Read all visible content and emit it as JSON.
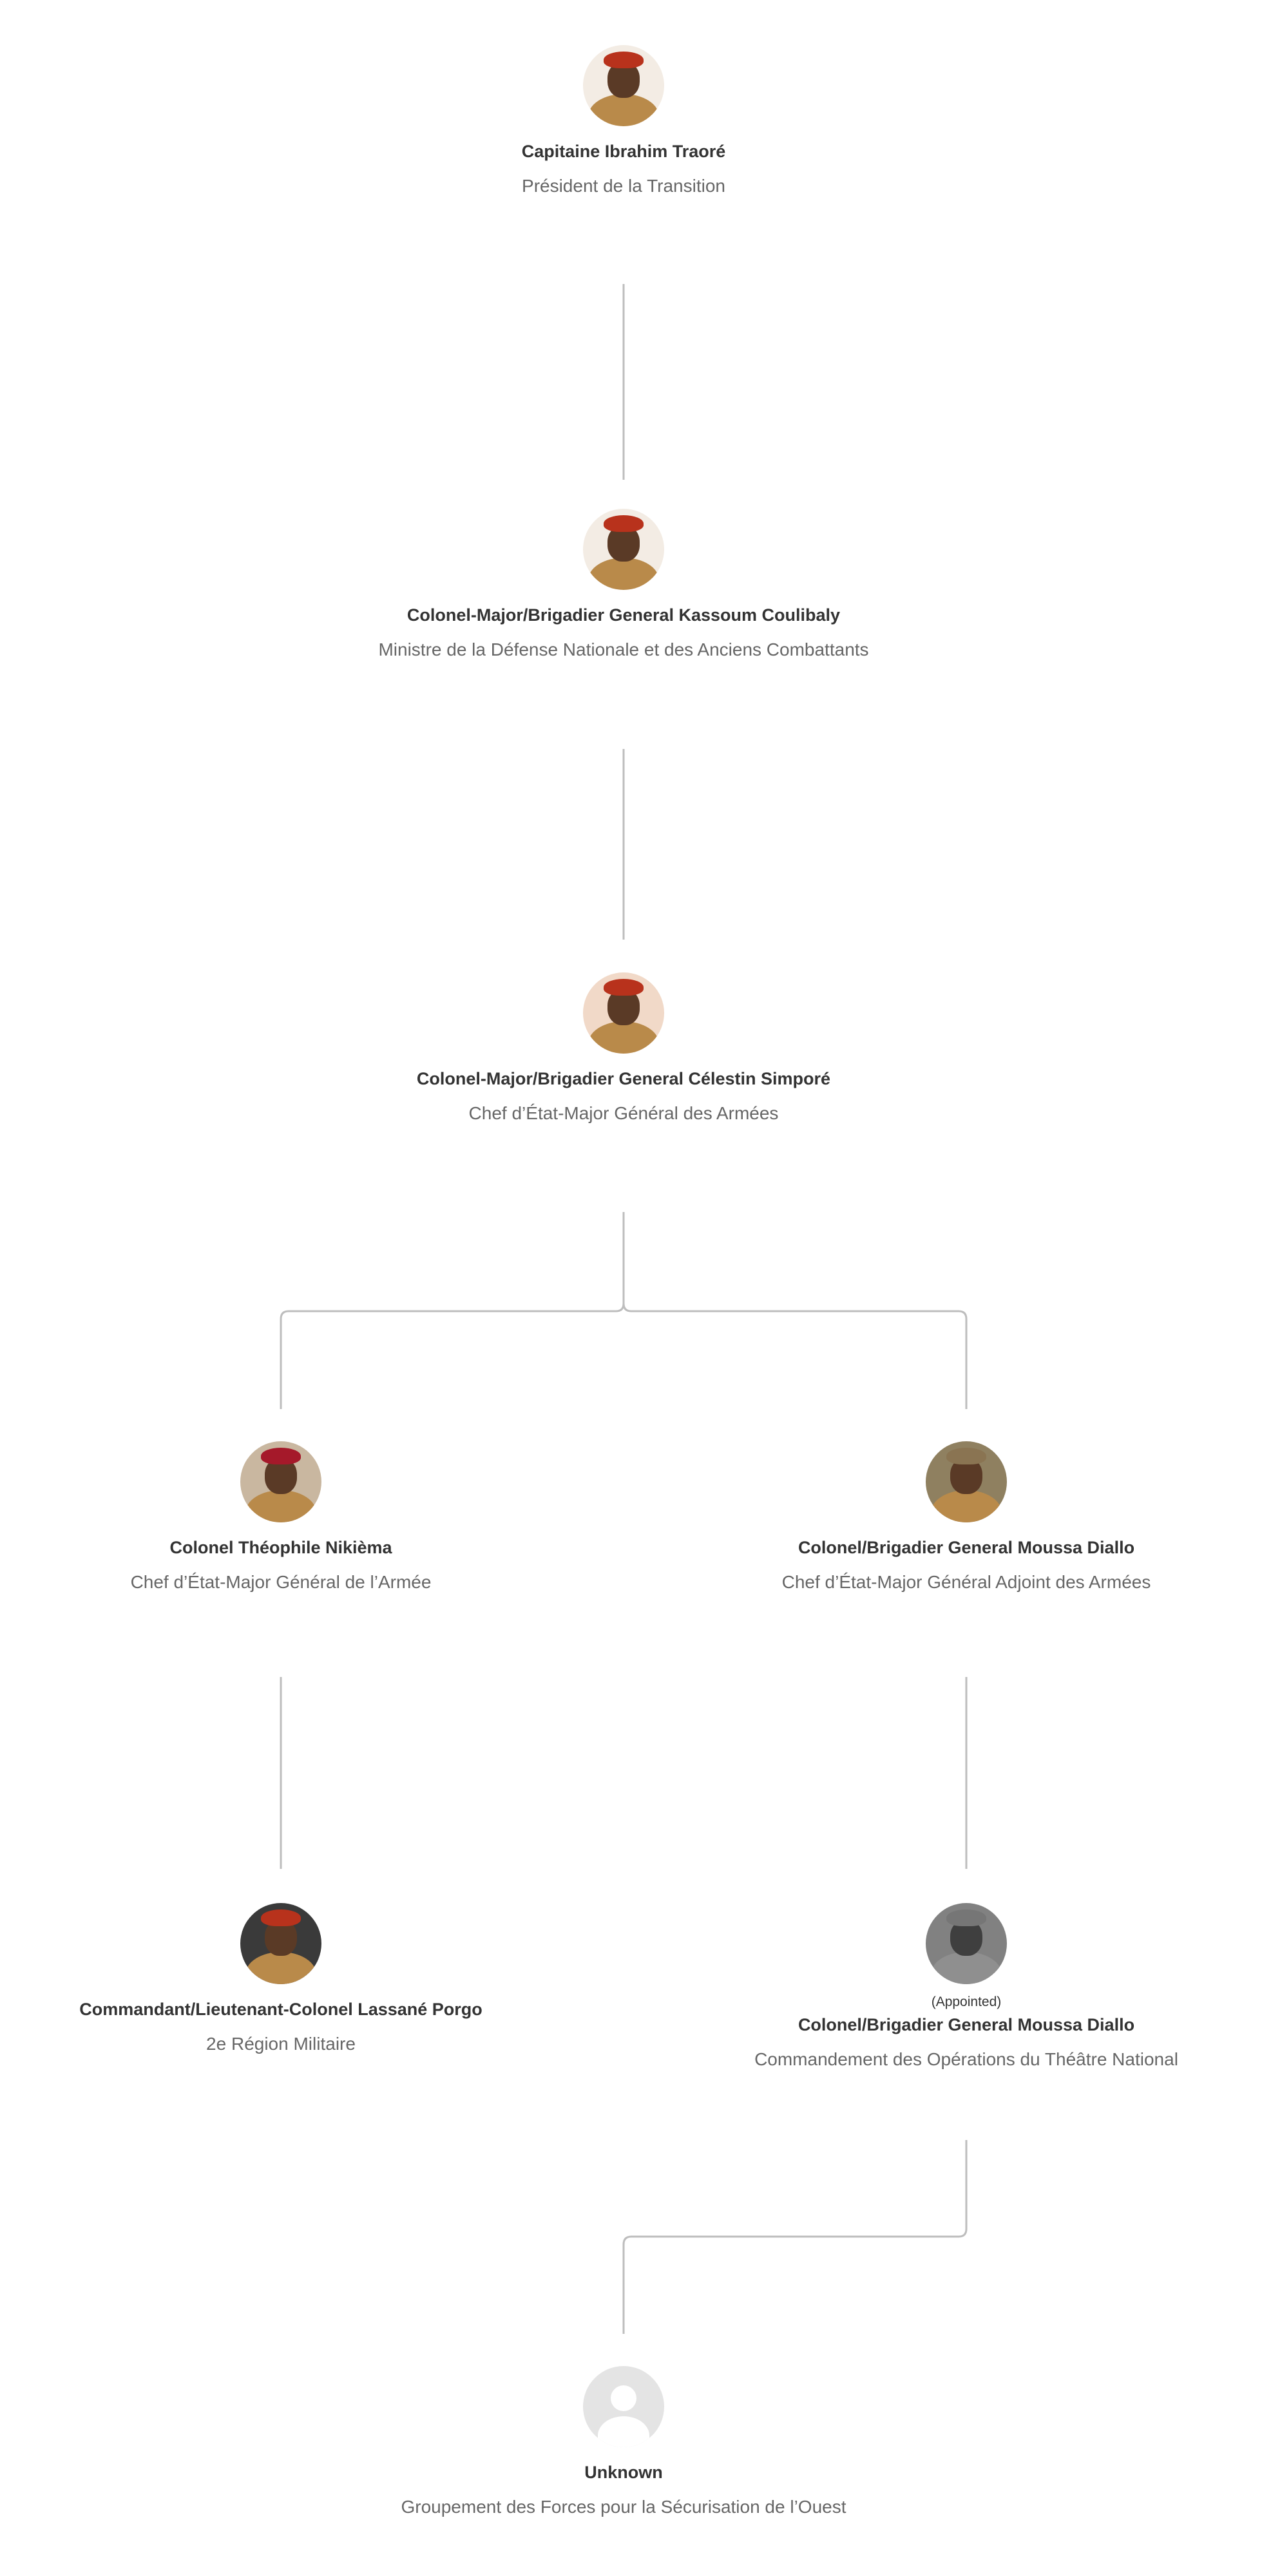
{
  "colors": {
    "connector": "#bdbdbd",
    "name_text": "#333333",
    "title_text": "#666666"
  },
  "nodes": [
    {
      "name": "Capitaine Ibrahim Traoré",
      "title": "Président de la Transition"
    },
    {
      "name": "Colonel-Major/Brigadier General Kassoum Coulibaly",
      "title": "Ministre de la Défense Nationale et des Anciens Combattants"
    },
    {
      "name": "Colonel-Major/Brigadier General Célestin Simporé",
      "title": "Chef d’État-Major Général des Armées"
    },
    {
      "name": "Colonel Théophile Nikièma",
      "title": "Chef d’État-Major Général de l’Armée"
    },
    {
      "name": "Colonel/Brigadier General Moussa Diallo",
      "title": "Chef d’État-Major Général Adjoint des Armées"
    },
    {
      "name": "Commandant/Lieutenant-Colonel Lassané Porgo",
      "title": "2e Région Militaire"
    },
    {
      "note": "(Appointed)",
      "name": "Colonel/Brigadier General Moussa Diallo",
      "title": "Commandement des Opérations du Théâtre National"
    },
    {
      "name": "Unknown",
      "title": "Groupement des Forces pour la Sécurisation de l’Ouest"
    }
  ]
}
